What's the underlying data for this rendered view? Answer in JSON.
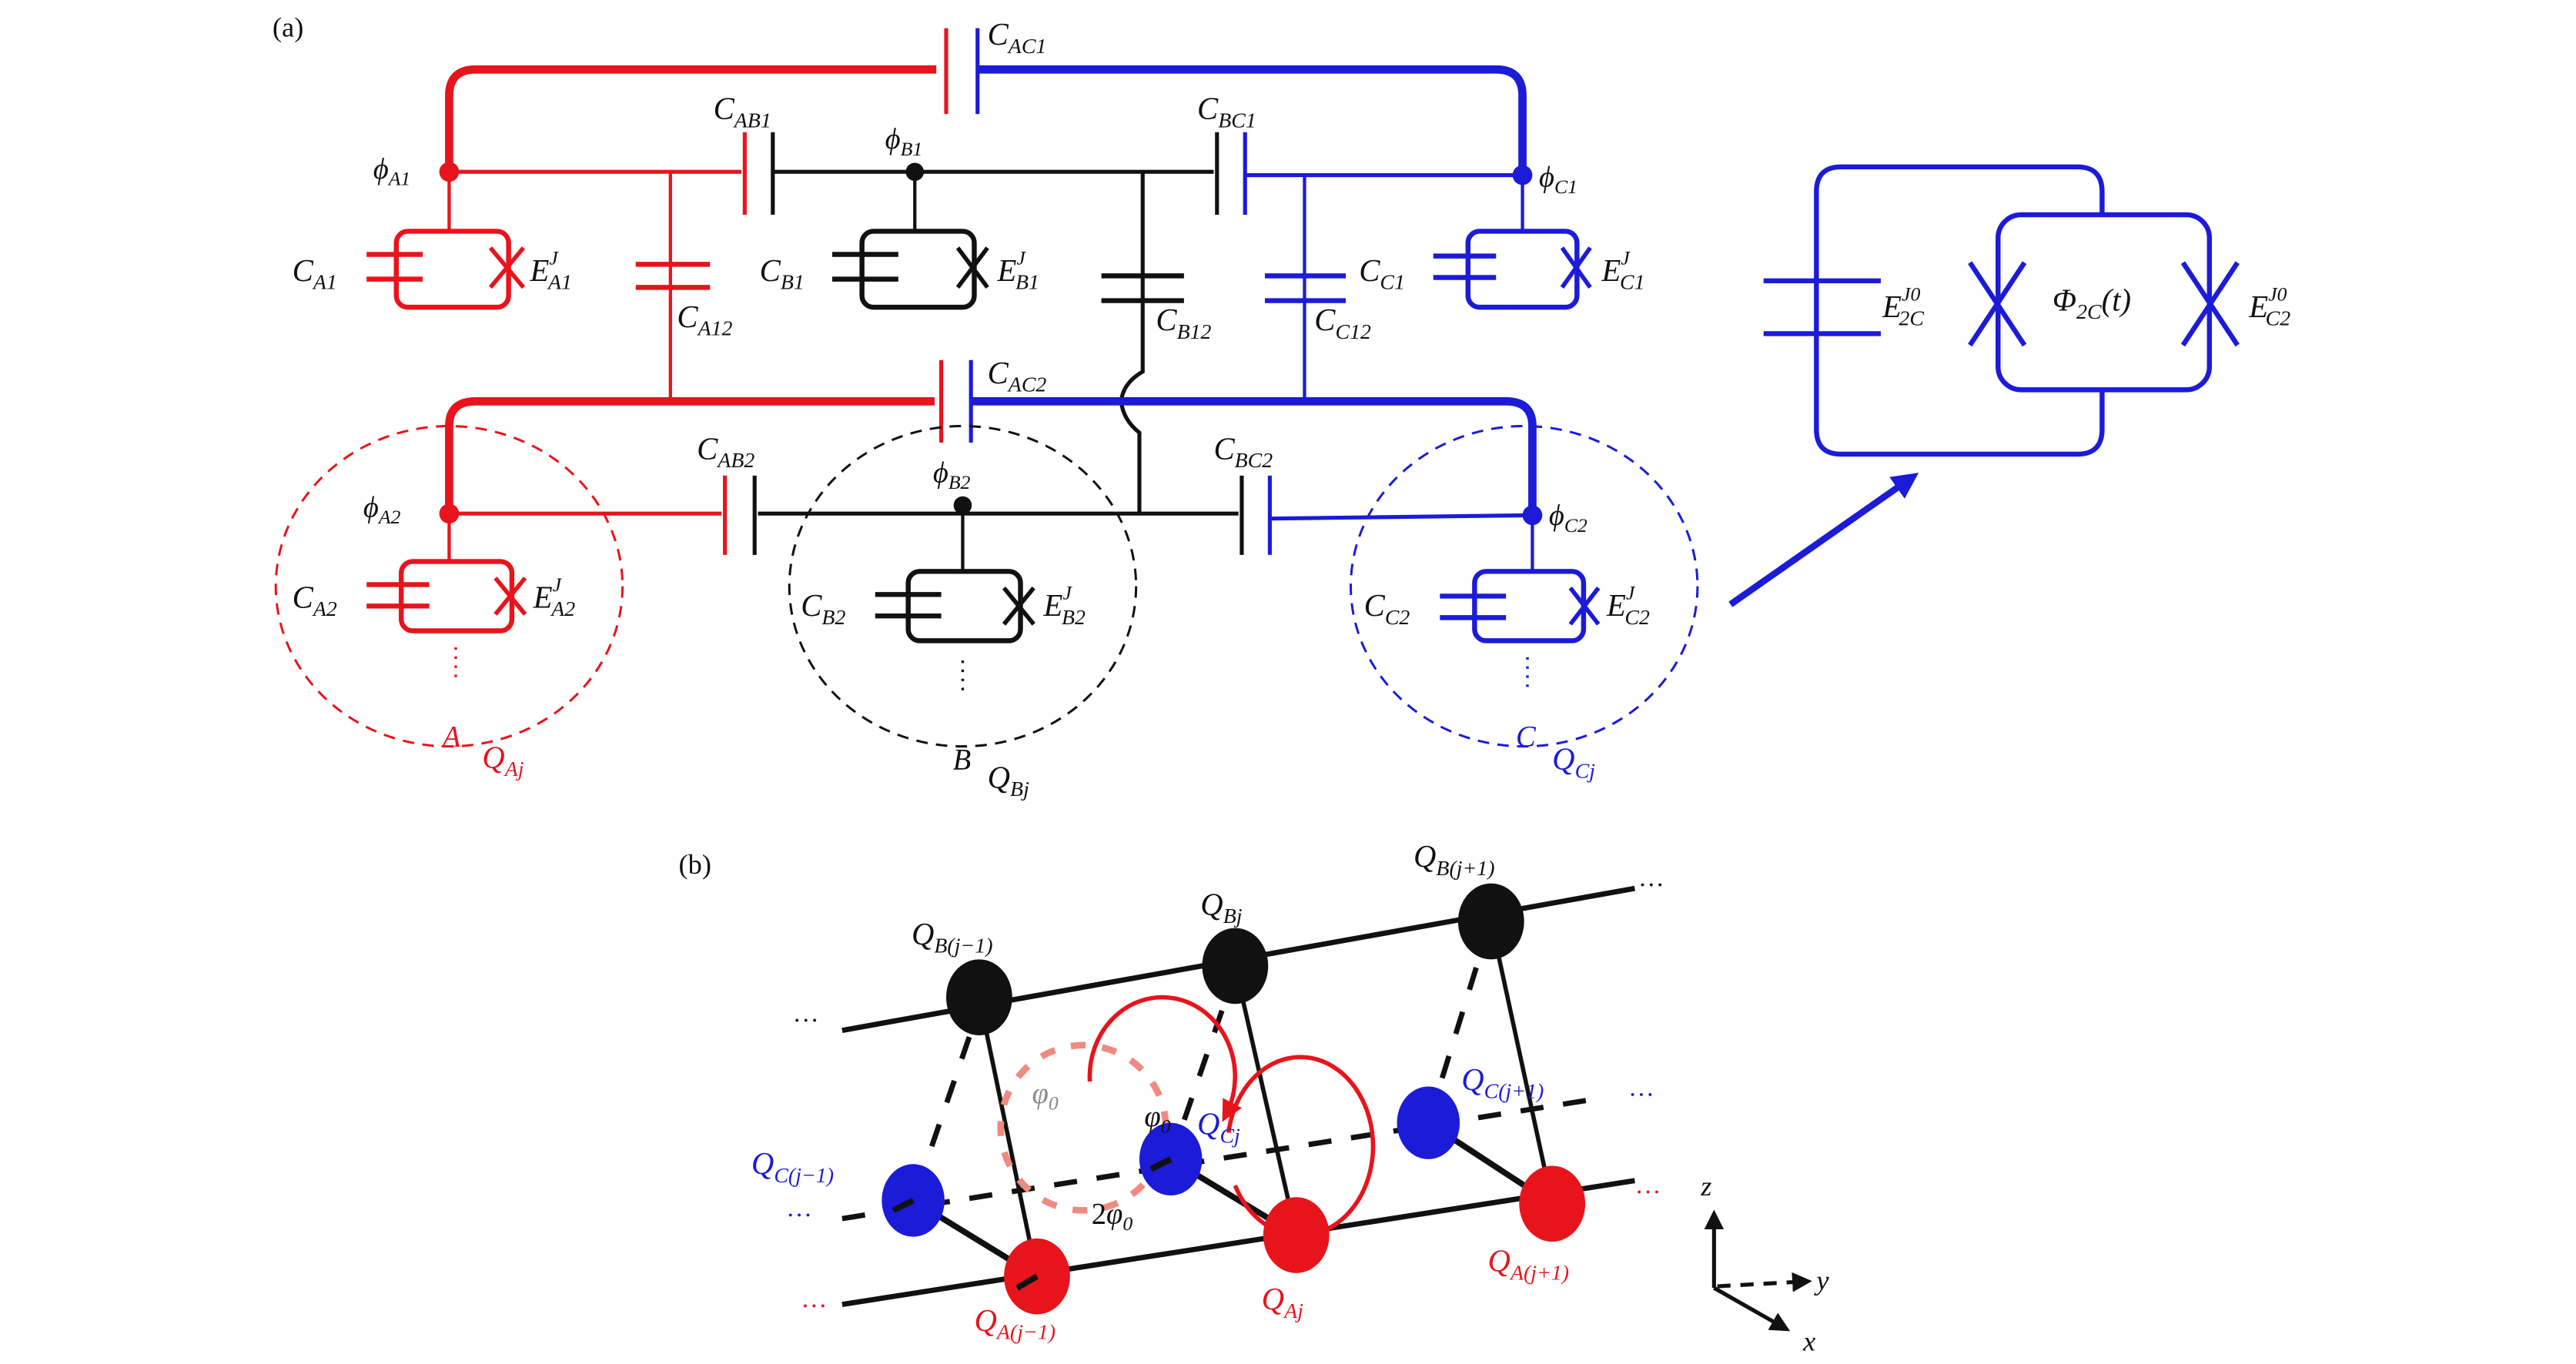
{
  "colors": {
    "red": "#e8141c",
    "blue": "#1b1bd8",
    "black": "#111111",
    "light_red": "#f08a80",
    "grey": "#8a8a8a"
  },
  "panel_a": {
    "tag": "(a)",
    "nodes": {
      "phi_A1": {
        "base": "ϕ",
        "sub": "A1"
      },
      "phi_B1": {
        "base": "ϕ",
        "sub": "B1"
      },
      "phi_C1": {
        "base": "ϕ",
        "sub": "C1"
      },
      "phi_A2": {
        "base": "ϕ",
        "sub": "A2"
      },
      "phi_B2": {
        "base": "ϕ",
        "sub": "B2"
      },
      "phi_C2": {
        "base": "ϕ",
        "sub": "C2"
      }
    },
    "capacitors": {
      "C_AC1": {
        "base": "C",
        "sub": "AC1"
      },
      "C_AC2": {
        "base": "C",
        "sub": "AC2"
      },
      "C_AB1": {
        "base": "C",
        "sub": "AB1"
      },
      "C_BC1": {
        "base": "C",
        "sub": "BC1"
      },
      "C_AB2": {
        "base": "C",
        "sub": "AB2"
      },
      "C_BC2": {
        "base": "C",
        "sub": "BC2"
      },
      "C_A1": {
        "base": "C",
        "sub": "A1"
      },
      "C_B1": {
        "base": "C",
        "sub": "B1"
      },
      "C_C1": {
        "base": "C",
        "sub": "C1"
      },
      "C_A2": {
        "base": "C",
        "sub": "A2"
      },
      "C_B2": {
        "base": "C",
        "sub": "B2"
      },
      "C_C2": {
        "base": "C",
        "sub": "C2"
      },
      "C_A12": {
        "base": "C",
        "sub": "A12"
      },
      "C_B12": {
        "base": "C",
        "sub": "B12"
      },
      "C_C12": {
        "base": "C",
        "sub": "C12"
      }
    },
    "junctions": {
      "E_A1": {
        "base": "E",
        "sup": "J",
        "sub": "A1"
      },
      "E_B1": {
        "base": "E",
        "sup": "J",
        "sub": "B1"
      },
      "E_C1": {
        "base": "E",
        "sup": "J",
        "sub": "C1"
      },
      "E_A2": {
        "base": "E",
        "sup": "J",
        "sub": "A2"
      },
      "E_B2": {
        "base": "E",
        "sup": "J",
        "sub": "B2"
      },
      "E_C2": {
        "base": "E",
        "sup": "J",
        "sub": "C2"
      }
    },
    "groups": {
      "A": {
        "letter": "A",
        "q_base": "Q",
        "q_sub": "Aj"
      },
      "B": {
        "letter": "B",
        "q_base": "Q",
        "q_sub": "Bj"
      },
      "C": {
        "letter": "C",
        "q_base": "Q",
        "q_sub": "Cj"
      }
    },
    "ellipsis": "⋮",
    "inset": {
      "E_2C": {
        "base": "E",
        "sup": "J0",
        "sub": "2C"
      },
      "E_C2": {
        "base": "E",
        "sup": "J0",
        "sub": "C2"
      },
      "flux": {
        "base": "Φ",
        "sub": "2C",
        "arg": "(t)"
      }
    }
  },
  "panel_b": {
    "tag": "(b)",
    "qubits": {
      "QB_jm1": {
        "base": "Q",
        "sub": "B(j−1)"
      },
      "QB_j": {
        "base": "Q",
        "sub": "Bj"
      },
      "QB_jp1": {
        "base": "Q",
        "sub": "B(j+1)"
      },
      "QC_jm1": {
        "base": "Q",
        "sub": "C(j−1)"
      },
      "QC_j": {
        "base": "Q",
        "sub": "Cj"
      },
      "QC_jp1": {
        "base": "Q",
        "sub": "C(j+1)"
      },
      "QA_jm1": {
        "base": "Q",
        "sub": "A(j−1)"
      },
      "QA_j": {
        "base": "Q",
        "sub": "Aj"
      },
      "QA_jp1": {
        "base": "Q",
        "sub": "A(j+1)"
      }
    },
    "phases": {
      "phi0_grey": {
        "base": "φ",
        "sub": "0"
      },
      "phi0_black": {
        "base": "φ",
        "sub": "0"
      },
      "two_phi0": {
        "pre": "2",
        "base": "φ",
        "sub": "0"
      }
    },
    "dots": "···",
    "axes": {
      "z": "z",
      "y": "y",
      "x": "x"
    }
  }
}
